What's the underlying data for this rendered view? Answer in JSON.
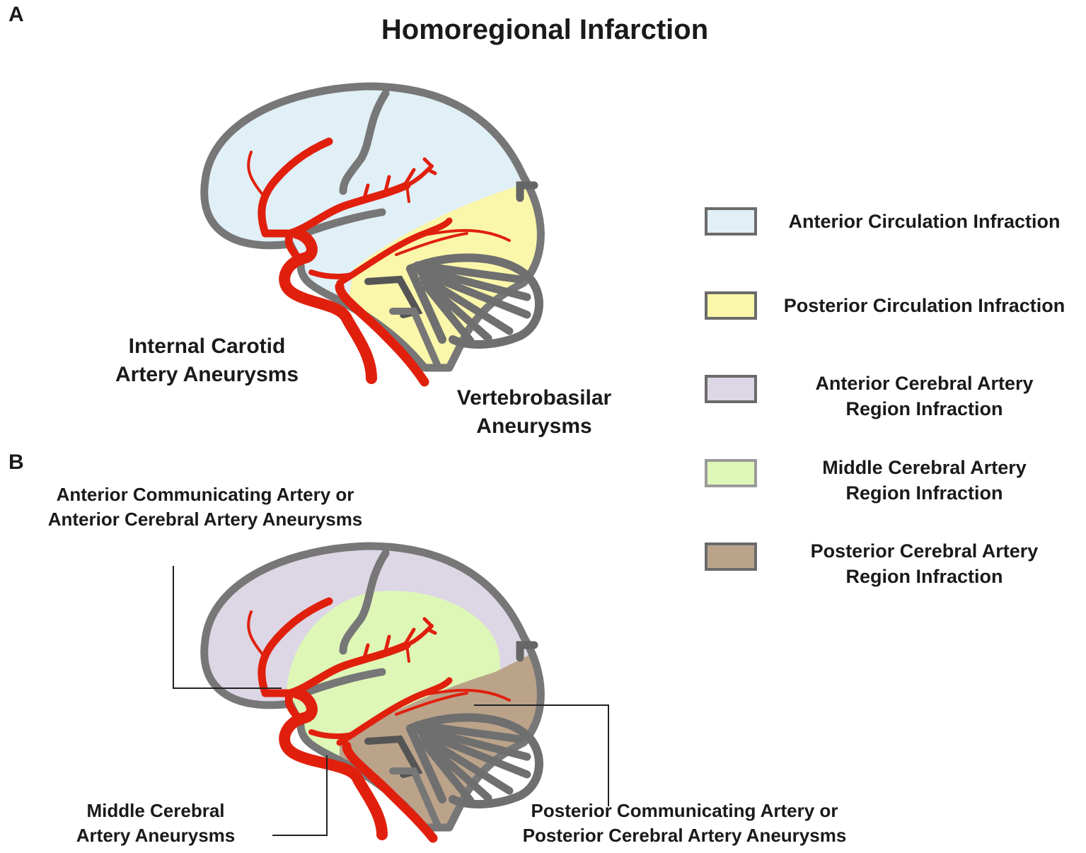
{
  "panel_a": {
    "letter": "A",
    "title": "Homoregional Infarction",
    "labels": {
      "ica": [
        "Internal Carotid",
        "Artery Aneurysms"
      ],
      "vb": [
        "Vertebrobasilar",
        "Aneurysms"
      ]
    }
  },
  "panel_b": {
    "letter": "B",
    "labels": {
      "acom": [
        "Anterior Communicating Artery or",
        "Anterior Cerebral Artery Aneurysms"
      ],
      "mca": [
        "Middle Cerebral",
        "Artery Aneurysms"
      ],
      "pcom": [
        "Posterior Communicating Artery or",
        "Posterior Cerebral Artery Aneurysms"
      ]
    }
  },
  "legend": [
    {
      "lines": [
        "Anterior Circulation Infraction"
      ],
      "color": "#e1eff7",
      "border": "#6b6b6b"
    },
    {
      "lines": [
        "Posterior Circulation Infraction"
      ],
      "color": "#fbf7aa",
      "border": "#6b6b6b"
    },
    {
      "lines": [
        "Anterior Cerebral Artery",
        "Region Infraction"
      ],
      "color": "#ddd6e5",
      "border": "#6b6b6b"
    },
    {
      "lines": [
        "Middle Cerebral Artery",
        "Region Infraction"
      ],
      "color": "#def7b7",
      "border": "#9a9a9a"
    },
    {
      "lines": [
        "Posterior Cerebral Artery",
        "Region Infraction"
      ],
      "color": "#bba38a",
      "border": "#6b6b6b"
    }
  ],
  "colors": {
    "artery": "#e0200d",
    "outline": "#777777",
    "cerebellum": "#6f6f6f"
  }
}
